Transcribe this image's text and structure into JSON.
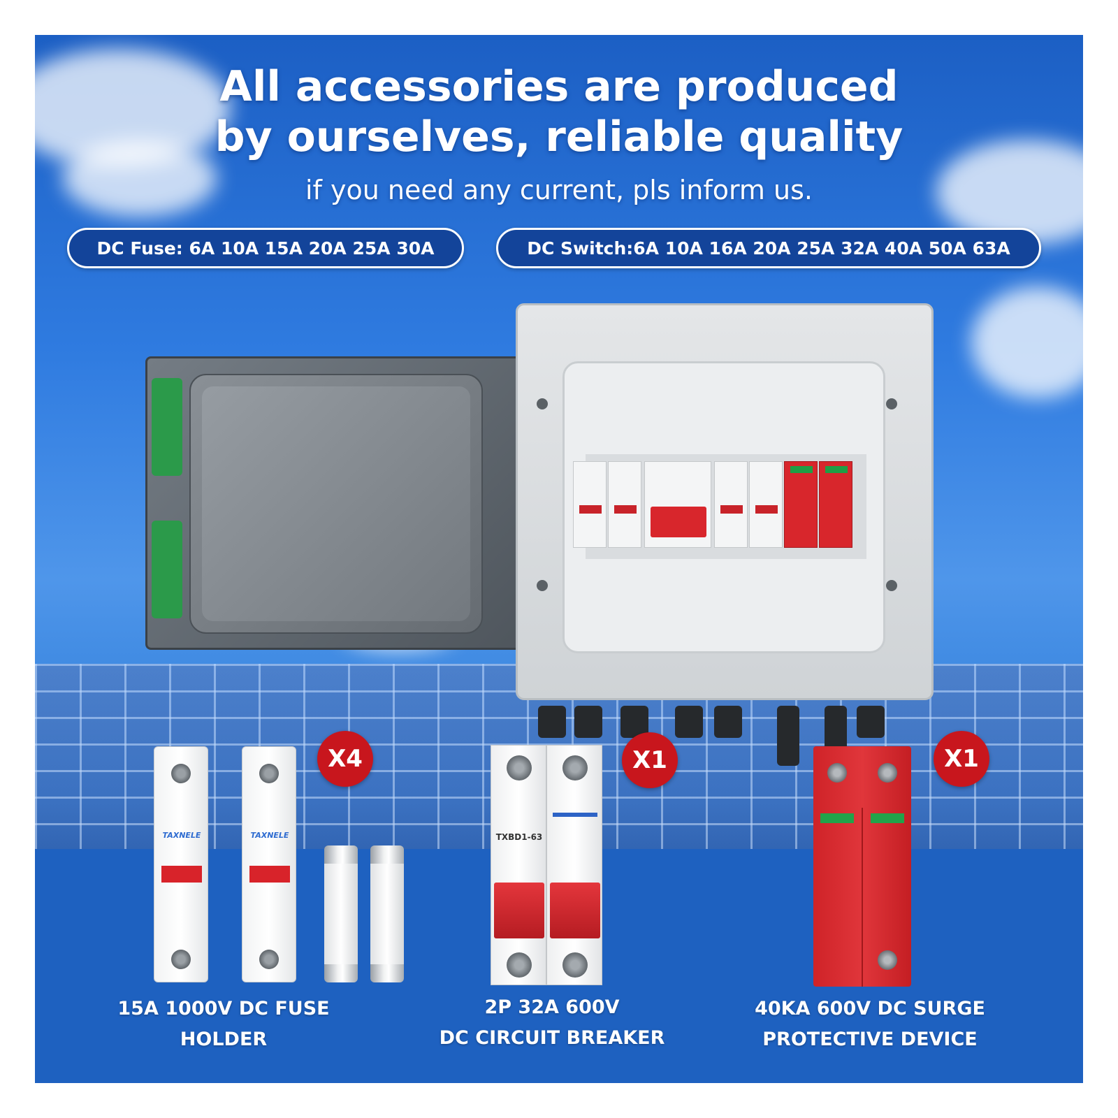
{
  "headline": {
    "line1": "All accessories are produced",
    "line2": "by ourselves, reliable quality",
    "subline": "if you need any current, pls inform us."
  },
  "ratings": {
    "fuse": "DC Fuse: 6A 10A 15A 20A 25A 30A",
    "switch": "DC Switch:6A 10A 16A 20A 25A 32A 40A 50A 63A"
  },
  "products": [
    {
      "badge": "X4",
      "caption_line1": "15A 1000V  DC FUSE",
      "caption_line2": "HOLDER"
    },
    {
      "badge": "X1",
      "caption_line1": "2P 32A 600V",
      "caption_line2": "DC CIRCUIT BREAKER"
    },
    {
      "badge": "X1",
      "caption_line1": "40KA 600V DC SURGE",
      "caption_line2": "PROTECTIVE DEVICE"
    }
  ],
  "labels": {
    "brand": "TAXNELE",
    "breaker_model": "TXBD1-63"
  },
  "colors": {
    "sky": "#2f7be0",
    "pill": "#13449a",
    "badge": "#c8161d",
    "spd_red": "#d8262c",
    "latch_green": "#2b9a4a"
  }
}
